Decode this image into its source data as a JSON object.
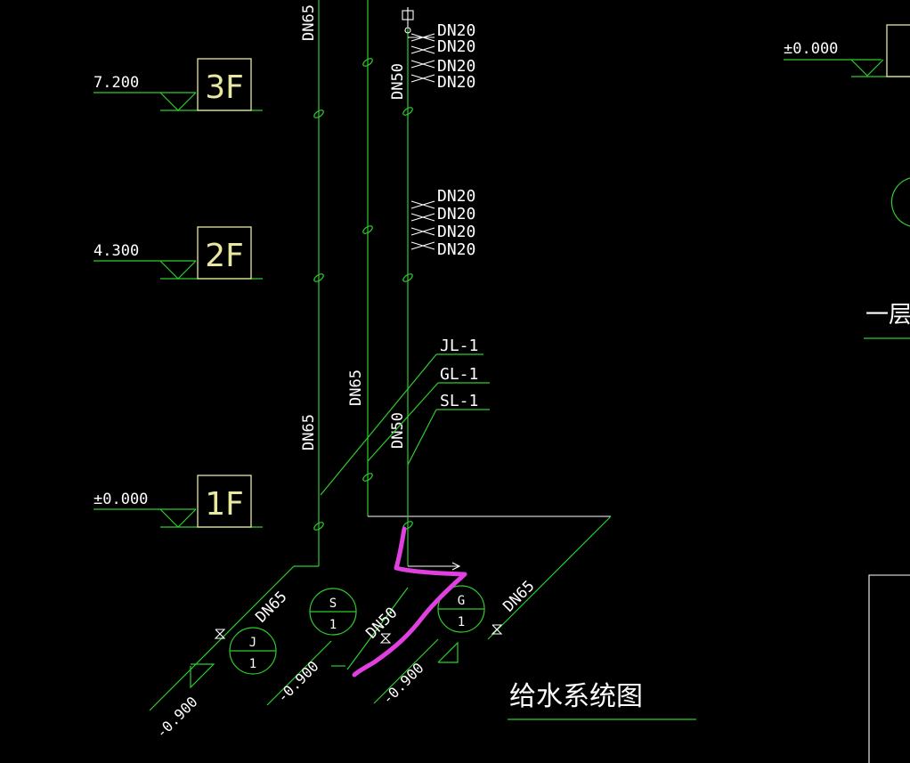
{
  "colors": {
    "background": "#000000",
    "pipe": "#2ecc2e",
    "text": "#ffffff",
    "floor_box": "#e8e8a0",
    "markup": "#e040e0"
  },
  "floors": [
    {
      "label": "3F",
      "elevation": "7.200"
    },
    {
      "label": "2F",
      "elevation": "4.300"
    },
    {
      "label": "1F",
      "elevation": "±0.000"
    }
  ],
  "right_elevation": "±0.000",
  "pipe_sizes": {
    "jl_riser_upper": "DN65",
    "jl_riser_lower": "DN65",
    "gl_riser": "DN65",
    "sl_riser_upper": "DN50",
    "sl_riser_lower": "DN50",
    "branch_j": "DN65",
    "branch_s": "DN50",
    "branch_g": "DN65",
    "fixtures_top": [
      "DN20",
      "DN20",
      "DN20",
      "DN20"
    ],
    "fixtures_mid": [
      "DN20",
      "DN20",
      "DN20",
      "DN20"
    ]
  },
  "riser_labels": [
    "JL-1",
    "GL-1",
    "SL-1"
  ],
  "inlets": [
    {
      "letter": "J",
      "number": "1"
    },
    {
      "letter": "S",
      "number": "1"
    },
    {
      "letter": "G",
      "number": "1"
    }
  ],
  "inlet_depths": [
    "-0.900",
    "-0.900",
    "-0.900"
  ],
  "drawing_title": "给水系统图",
  "right_partial_label": "一层"
}
